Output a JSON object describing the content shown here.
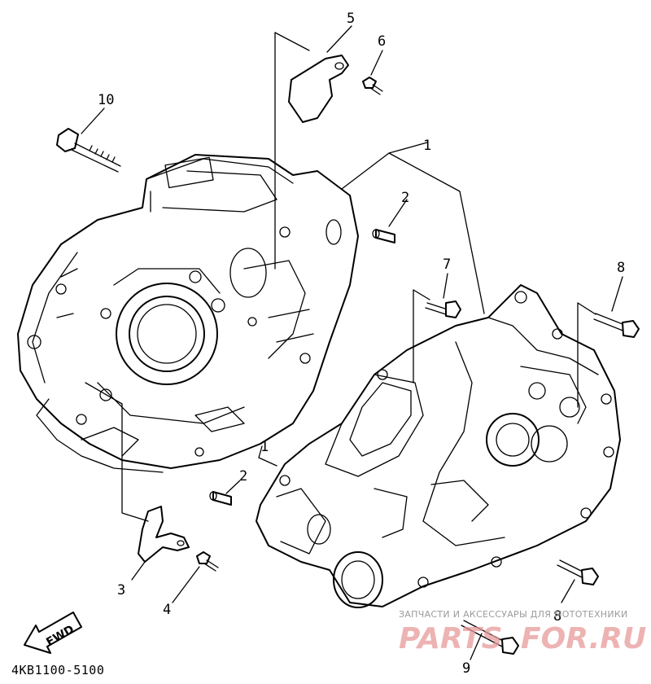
{
  "diagram": {
    "callouts": {
      "c1a": "1",
      "c1b": "1",
      "c2a": "2",
      "c2b": "2",
      "c3": "3",
      "c4": "4",
      "c5": "5",
      "c6": "6",
      "c7": "7",
      "c8a": "8",
      "c8b": "8",
      "c9": "9",
      "c10": "10"
    },
    "fwd_label": "FWD",
    "figure_code": "4KB1100-5100"
  },
  "watermark": {
    "tagline": "ЗАПЧАСТИ И АКСЕССУАРЫ ДЛЯ МОТОТЕХНИКИ",
    "brand_left": "PARTS",
    "brand_right": "FOR.RU"
  }
}
